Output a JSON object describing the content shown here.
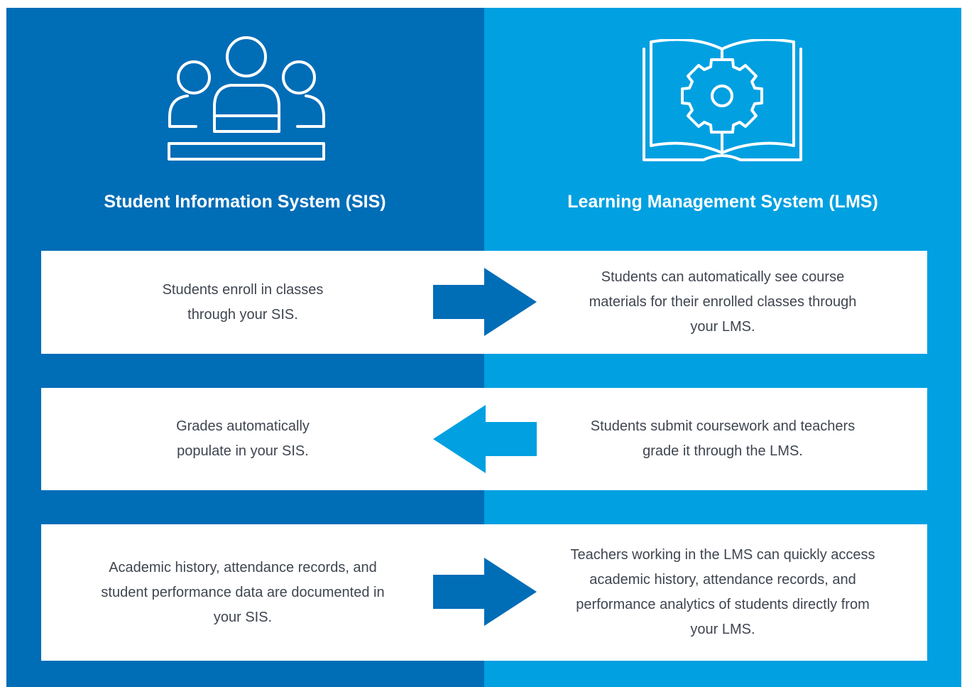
{
  "columns": {
    "sis": {
      "title": "Student Information System (SIS)",
      "icon": "classroom-students-icon",
      "color": "#006db7"
    },
    "lms": {
      "title": "Learning Management System (LMS)",
      "icon": "book-gear-icon",
      "color": "#00a0e1"
    }
  },
  "rows": [
    {
      "sis_text": "Students enroll in classes through your SIS.",
      "lms_text": "Students can automatically see course materials for their enrolled classes through your LMS.",
      "arrow": "arrow-right-icon",
      "arrow_color": "#006db7"
    },
    {
      "sis_text": "Grades automatically populate in your SIS.",
      "lms_text": "Students submit coursework and teachers grade it through the LMS.",
      "arrow": "arrow-left-icon",
      "arrow_color": "#00a0e1"
    },
    {
      "sis_text": "Academic history, attendance records, and student performance data are documented in your SIS.",
      "lms_text": "Teachers working in the LMS can quickly access academic history, attendance records, and performance analytics of students directly from your LMS.",
      "arrow": "arrow-right-icon",
      "arrow_color": "#006db7"
    }
  ]
}
